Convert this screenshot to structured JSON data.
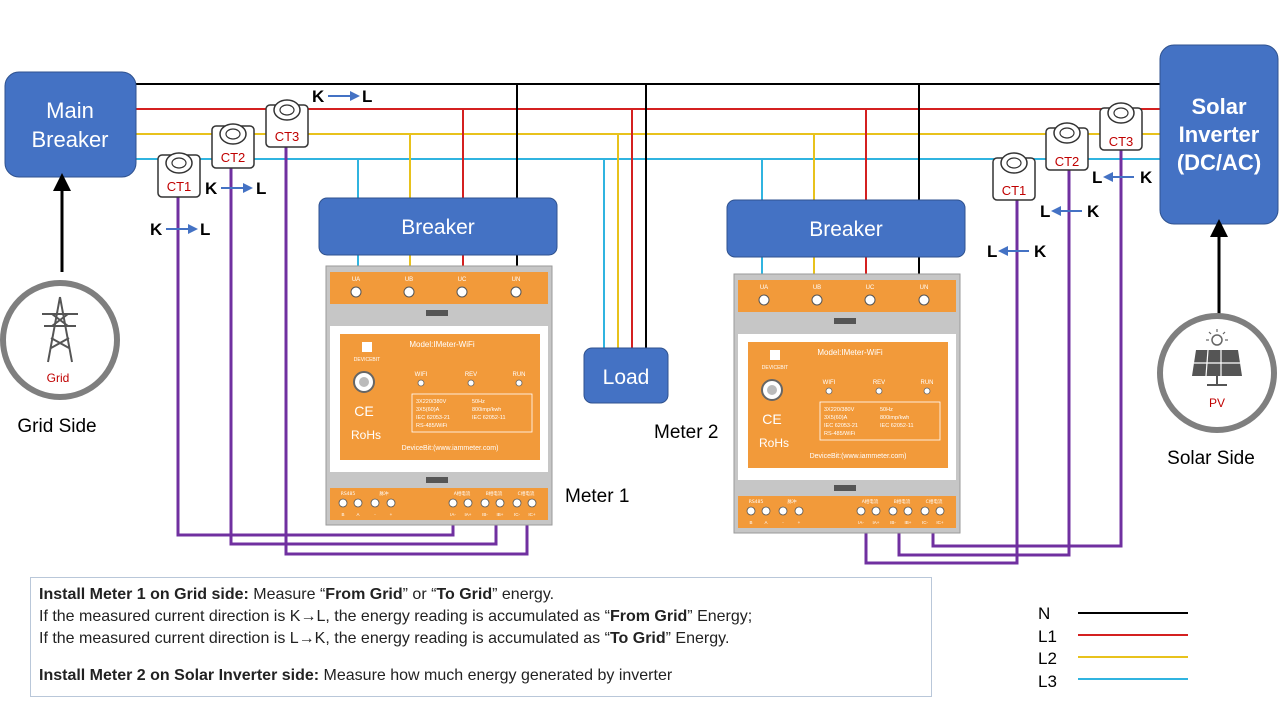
{
  "main_breaker": {
    "line1": "Main",
    "line2": "Breaker"
  },
  "grid_side": {
    "icon_label": "Grid",
    "caption": "Grid Side"
  },
  "solar_inverter": {
    "line1": "Solar",
    "line2": "Inverter",
    "line3": "(DC/AC)"
  },
  "solar_side": {
    "icon_label": "PV",
    "caption": "Solar Side"
  },
  "breaker_label": "Breaker",
  "load_label": "Load",
  "meter1": {
    "caption": "Meter 1"
  },
  "meter2": {
    "caption": "Meter 2"
  },
  "meter_panel": {
    "terminals_top": [
      "UA",
      "UB",
      "UC",
      "UN"
    ],
    "model": "Model:IMeter-WiFi",
    "brand": "DEVICEBIT",
    "leds": [
      "WIFI",
      "REV",
      "RUN"
    ],
    "spec_left": [
      "3X220/380V",
      "3X5(60)A",
      "IEC  62053-21",
      "RS-485/WiFi"
    ],
    "spec_right": [
      "50Hz",
      "800imp/kwh",
      "IEC  62052-11"
    ],
    "ce": "CE",
    "rohs": "RoHs",
    "website": "DeviceBit:(www.iammeter.com)",
    "bottom_labels": [
      "RS485",
      "脉冲",
      "A相电流",
      "B相电流",
      "C相电流"
    ],
    "bottom_pins": [
      "B",
      "A",
      "-",
      "+",
      "IA-",
      "IA+",
      "IB-",
      "IB+",
      "IC-",
      "IC+"
    ]
  },
  "ct_grid": [
    {
      "label": "CT1",
      "direction": "K → L"
    },
    {
      "label": "CT2",
      "direction": "K → L"
    },
    {
      "label": "CT3",
      "direction": "K → L"
    }
  ],
  "ct_solar": [
    {
      "label": "CT1",
      "direction": "L ← K"
    },
    {
      "label": "CT2",
      "direction": "L ← K"
    },
    {
      "label": "CT3",
      "direction": "L ← K"
    }
  ],
  "notes": {
    "line1_bold": "Install Meter 1 on Grid side:",
    "line1_a": " Measure “",
    "line1_b": "From Grid",
    "line1_c": "” or “",
    "line1_d": "To Grid",
    "line1_e": "” energy.",
    "line2_a": "If the measured current direction is K→L, the energy reading is accumulated as “",
    "line2_b": "From Grid",
    "line2_c": "” Energy;",
    "line3_a": "If the measured current direction is L→K, the energy reading is accumulated as “",
    "line3_b": "To Grid",
    "line3_c": "” Energy.",
    "line4_bold": "Install Meter 2 on Solar Inverter side:",
    "line4_rest": " Measure how much energy generated by inverter"
  },
  "legend": [
    {
      "label": "N",
      "color": "#000000"
    },
    {
      "label": "L1",
      "color": "#d42020"
    },
    {
      "label": "L2",
      "color": "#e8c21c"
    },
    {
      "label": "L3",
      "color": "#30b4e0"
    }
  ],
  "colors": {
    "breaker_blue": "#4472c4",
    "meter_orange": "#f29a3a",
    "meter_gray": "#b8b8b8",
    "ct_wire_purple": "#7030a0",
    "ct_label_red": "#c00000",
    "arrow_blue": "#4472c4"
  }
}
